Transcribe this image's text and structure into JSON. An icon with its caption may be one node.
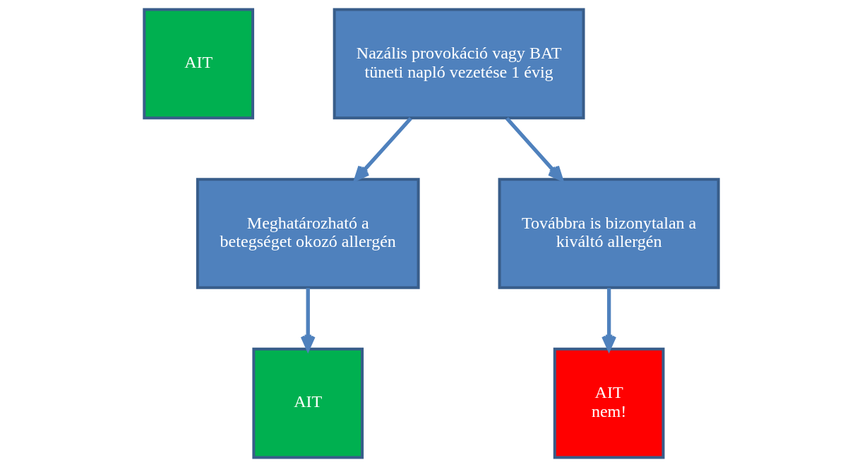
{
  "diagram": {
    "nodes": [
      {
        "text": [
          "AIT"
        ]
      },
      {
        "text": [
          "Nazális provokáció vagy BAT tüneti napló vezetése 1 évig"
        ]
      },
      {
        "text": [
          "Meghatározható a betegséget okozó allergén"
        ]
      },
      {
        "text": [
          "Továbbra is bizonytalan a kiváltó allergén"
        ]
      },
      {
        "text": [
          "AIT"
        ]
      },
      {
        "text": [
          "AIT nem!"
        ]
      }
    ],
    "edges": [
      {
        "from": 1,
        "to": 2,
        "arrow": "to"
      },
      {
        "from": 1,
        "to": 3,
        "arrow": "to"
      },
      {
        "from": 2,
        "to": 4,
        "arrow": "to"
      },
      {
        "from": 3,
        "to": 5,
        "arrow": "to"
      }
    ]
  }
}
